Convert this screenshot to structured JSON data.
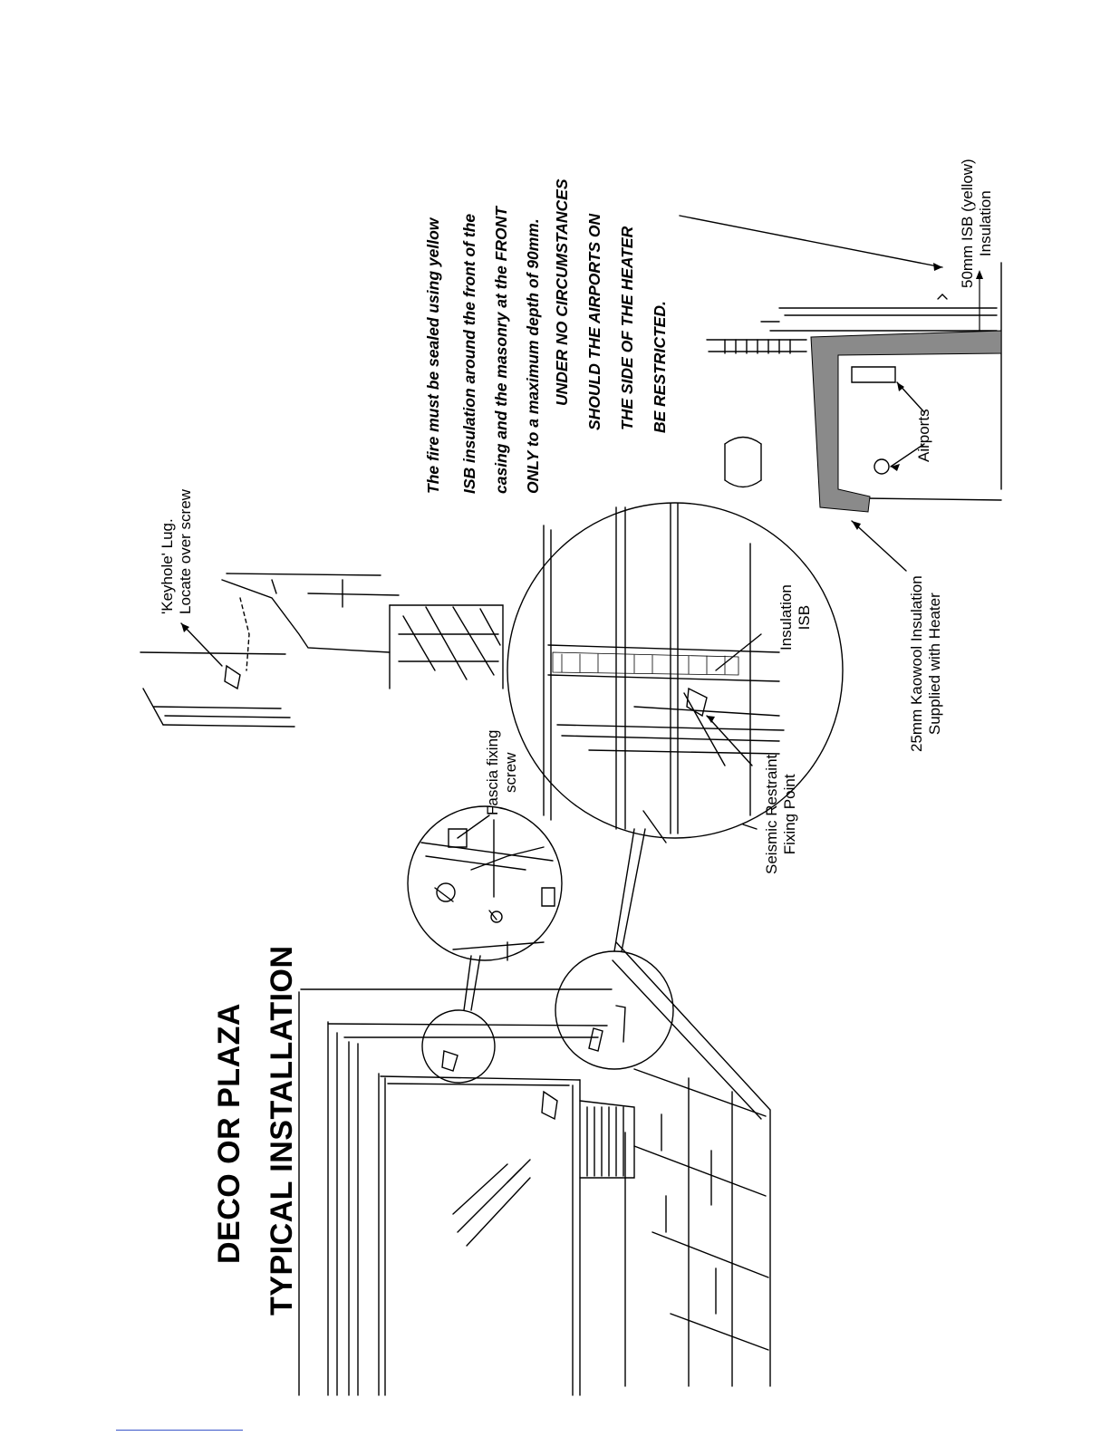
{
  "title": {
    "line1": "DECO OR PLAZA",
    "line2": "TYPICAL INSTALLATION"
  },
  "note": {
    "lines": [
      "The fire must be sealed using yellow",
      "ISB insulation around the front of the",
      "casing and the masonry at the FRONT",
      "ONLY to a maximum depth of 90mm.",
      "UNDER NO CIRCUMSTANCES",
      "SHOULD THE AIRPORTS ON",
      "THE SIDE OF THE HEATER",
      "BE RESTRICTED."
    ]
  },
  "labels": {
    "keyhole": {
      "line1": "'Keyhole' Lug.",
      "line2": "Locate over screw"
    },
    "fascia": {
      "line1": "Fascia fixing",
      "line2": "screw"
    },
    "insulation_isb": {
      "line1": "Insulation",
      "line2": "ISB"
    },
    "seismic": {
      "line1": "Seismic Restraint",
      "line2": "Fixing Point"
    },
    "kaowool": {
      "line1": "25mm Kaowool Insulation",
      "line2": "Supplied with Heater"
    },
    "airports": "Airports",
    "isb50": {
      "line1": "50mm ISB (yellow)",
      "line2": "Insulation"
    }
  },
  "colors": {
    "ink": "#000000",
    "insulation_fill": "#8a8a8a",
    "footer_rule": "#3a55c8"
  }
}
